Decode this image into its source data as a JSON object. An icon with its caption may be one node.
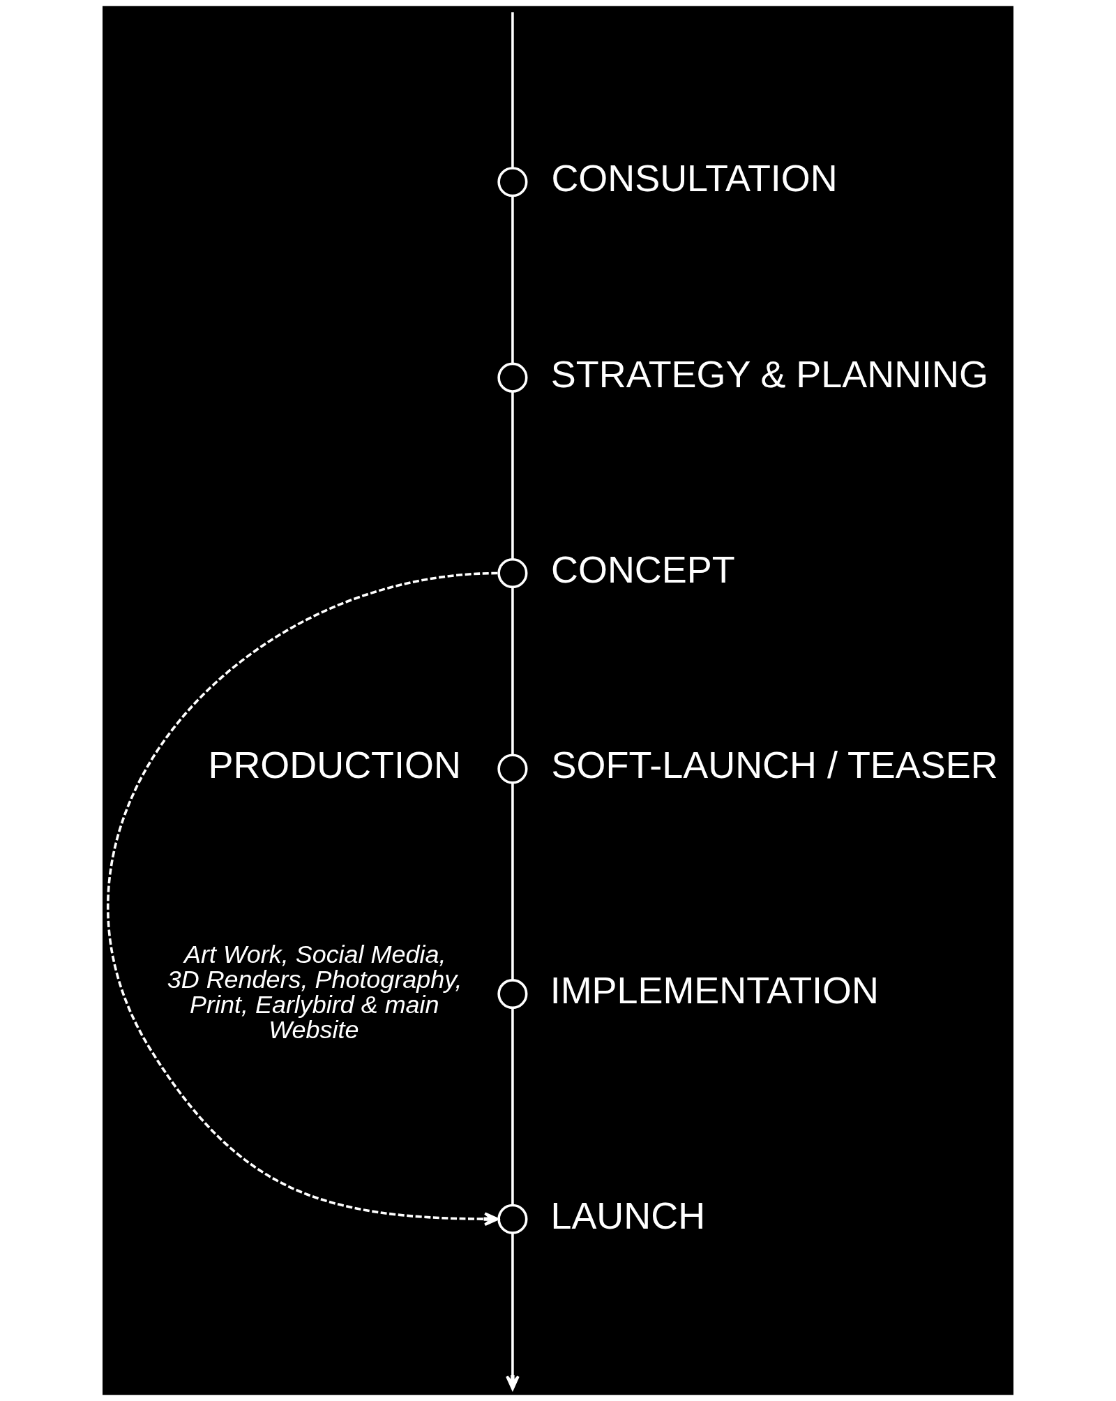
{
  "diagram": {
    "nodes": [
      {
        "text": [],
        "shape": "circle",
        "beside": [
          "CONSULTATION"
        ]
      },
      {
        "text": [],
        "shape": "circle",
        "beside": [
          "STRATEGY & PLANNING"
        ]
      },
      {
        "text": [],
        "shape": "circle",
        "beside": [
          "CONCEPT"
        ]
      },
      {
        "text": [],
        "shape": "circle",
        "beside": [
          "SOFT-LAUNCH / TEASER"
        ]
      },
      {
        "text": [],
        "shape": "circle",
        "beside": [
          "IMPLEMENTATION"
        ]
      },
      {
        "text": [],
        "shape": "circle",
        "beside": [
          "LAUNCH"
        ]
      }
    ],
    "edges": [
      {
        "from": null,
        "to": 0,
        "arrow": "none"
      },
      {
        "from": 0,
        "to": 1,
        "arrow": "none"
      },
      {
        "from": 1,
        "to": 2,
        "arrow": "none"
      },
      {
        "from": 2,
        "to": 3,
        "arrow": "none"
      },
      {
        "from": 3,
        "to": 4,
        "arrow": "none"
      },
      {
        "from": 4,
        "to": 5,
        "arrow": "none"
      },
      {
        "from": 5,
        "to": null,
        "arrow": "to"
      },
      {
        "from": 2,
        "to": 5,
        "arrow": "to",
        "style": "dashed"
      }
    ],
    "labels": [
      "PRODUCTION",
      "Art Work, Social Media, 3D Renders, Photography, Print, Earlybird & main Website"
    ]
  }
}
